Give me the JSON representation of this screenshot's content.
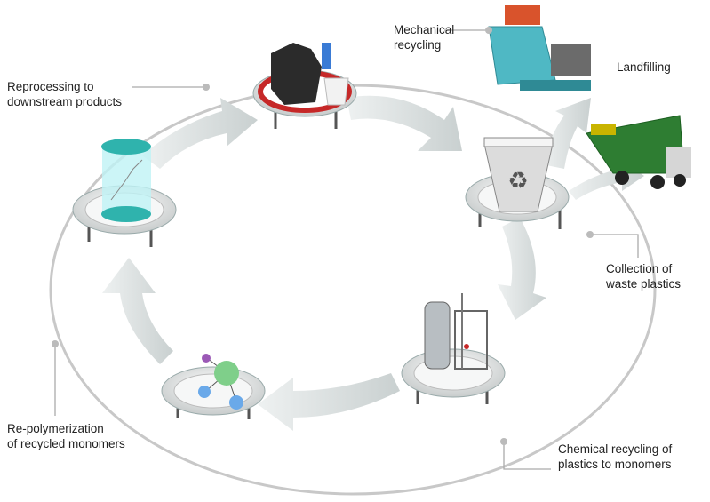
{
  "labels": {
    "mechanical": [
      "Mechanical",
      "recycling"
    ],
    "landfilling": "Landfilling",
    "reprocessing": [
      "Reprocessing to",
      "downstream products"
    ],
    "collection": [
      "Collection of",
      "waste plastics"
    ],
    "repolymerization": [
      "Re-polymerization",
      "of recycled monomers"
    ],
    "chemical": [
      "Chemical recycling of",
      "plastics to monomers"
    ]
  },
  "colors": {
    "ring": "#c8c8c8",
    "arrow": "#d6dcdc",
    "platform": "#e8ecec",
    "teal": "#2fb3ad",
    "truck": "#2e7d32",
    "machine": "#4fb8c4",
    "shredder_top": "#d9532c",
    "no_sign": "#c62828"
  },
  "stages": [
    {
      "id": "reprocessing",
      "icon": "clothing-products-icon"
    },
    {
      "id": "collection",
      "icon": "recycling-bin-icon"
    },
    {
      "id": "chemical",
      "icon": "reactor-icon"
    },
    {
      "id": "repolymerization",
      "icon": "molecule-icon"
    },
    {
      "id": "polymer",
      "icon": "polymer-cylinder-icon"
    }
  ]
}
